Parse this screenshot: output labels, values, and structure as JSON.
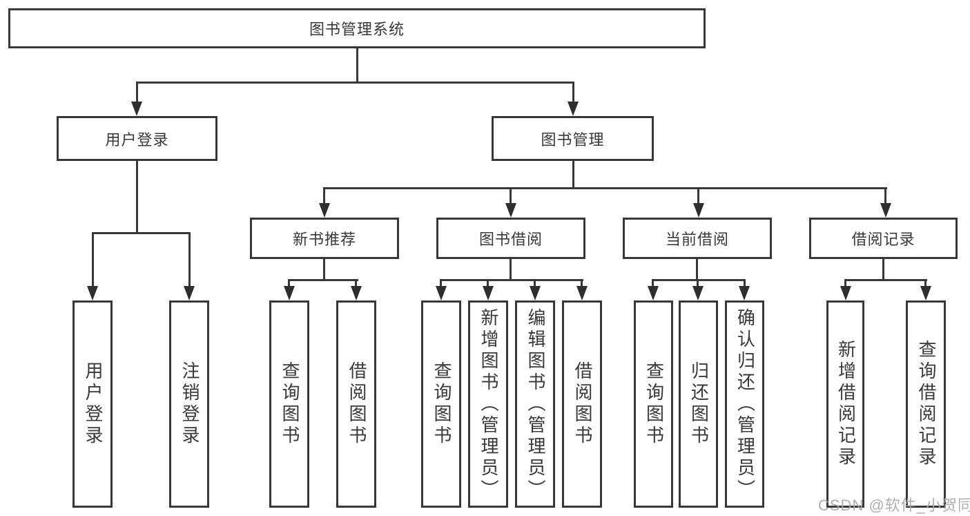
{
  "diagram_type": "hierarchy-tree",
  "colors": {
    "line": "#373737",
    "border": "#373737",
    "text": "#383838",
    "watermark": "#a8a8a8",
    "background": "#ffffff"
  },
  "tree": {
    "root": {
      "label": "图书管理系统",
      "children": [
        {
          "label": "用户登录",
          "children": [
            {
              "label": "用户登录"
            },
            {
              "label": "注销登录"
            }
          ]
        },
        {
          "label": "图书管理",
          "children": [
            {
              "label": "新书推荐",
              "children": [
                {
                  "label": "查询图书"
                },
                {
                  "label": "借阅图书"
                }
              ]
            },
            {
              "label": "图书借阅",
              "children": [
                {
                  "label": "查询图书"
                },
                {
                  "label": "新增图书（管理员）"
                },
                {
                  "label": "编辑图书（管理员）"
                },
                {
                  "label": "借阅图书"
                }
              ]
            },
            {
              "label": "当前借阅",
              "children": [
                {
                  "label": "查询图书"
                },
                {
                  "label": "归还图书"
                },
                {
                  "label": "确认归还（管理员）"
                }
              ]
            },
            {
              "label": "借阅记录",
              "children": [
                {
                  "label": "新增借阅记录"
                },
                {
                  "label": "查询借阅记录"
                }
              ]
            }
          ]
        }
      ]
    }
  },
  "watermark": {
    "text": "CSDN @软件_小贺同学"
  }
}
